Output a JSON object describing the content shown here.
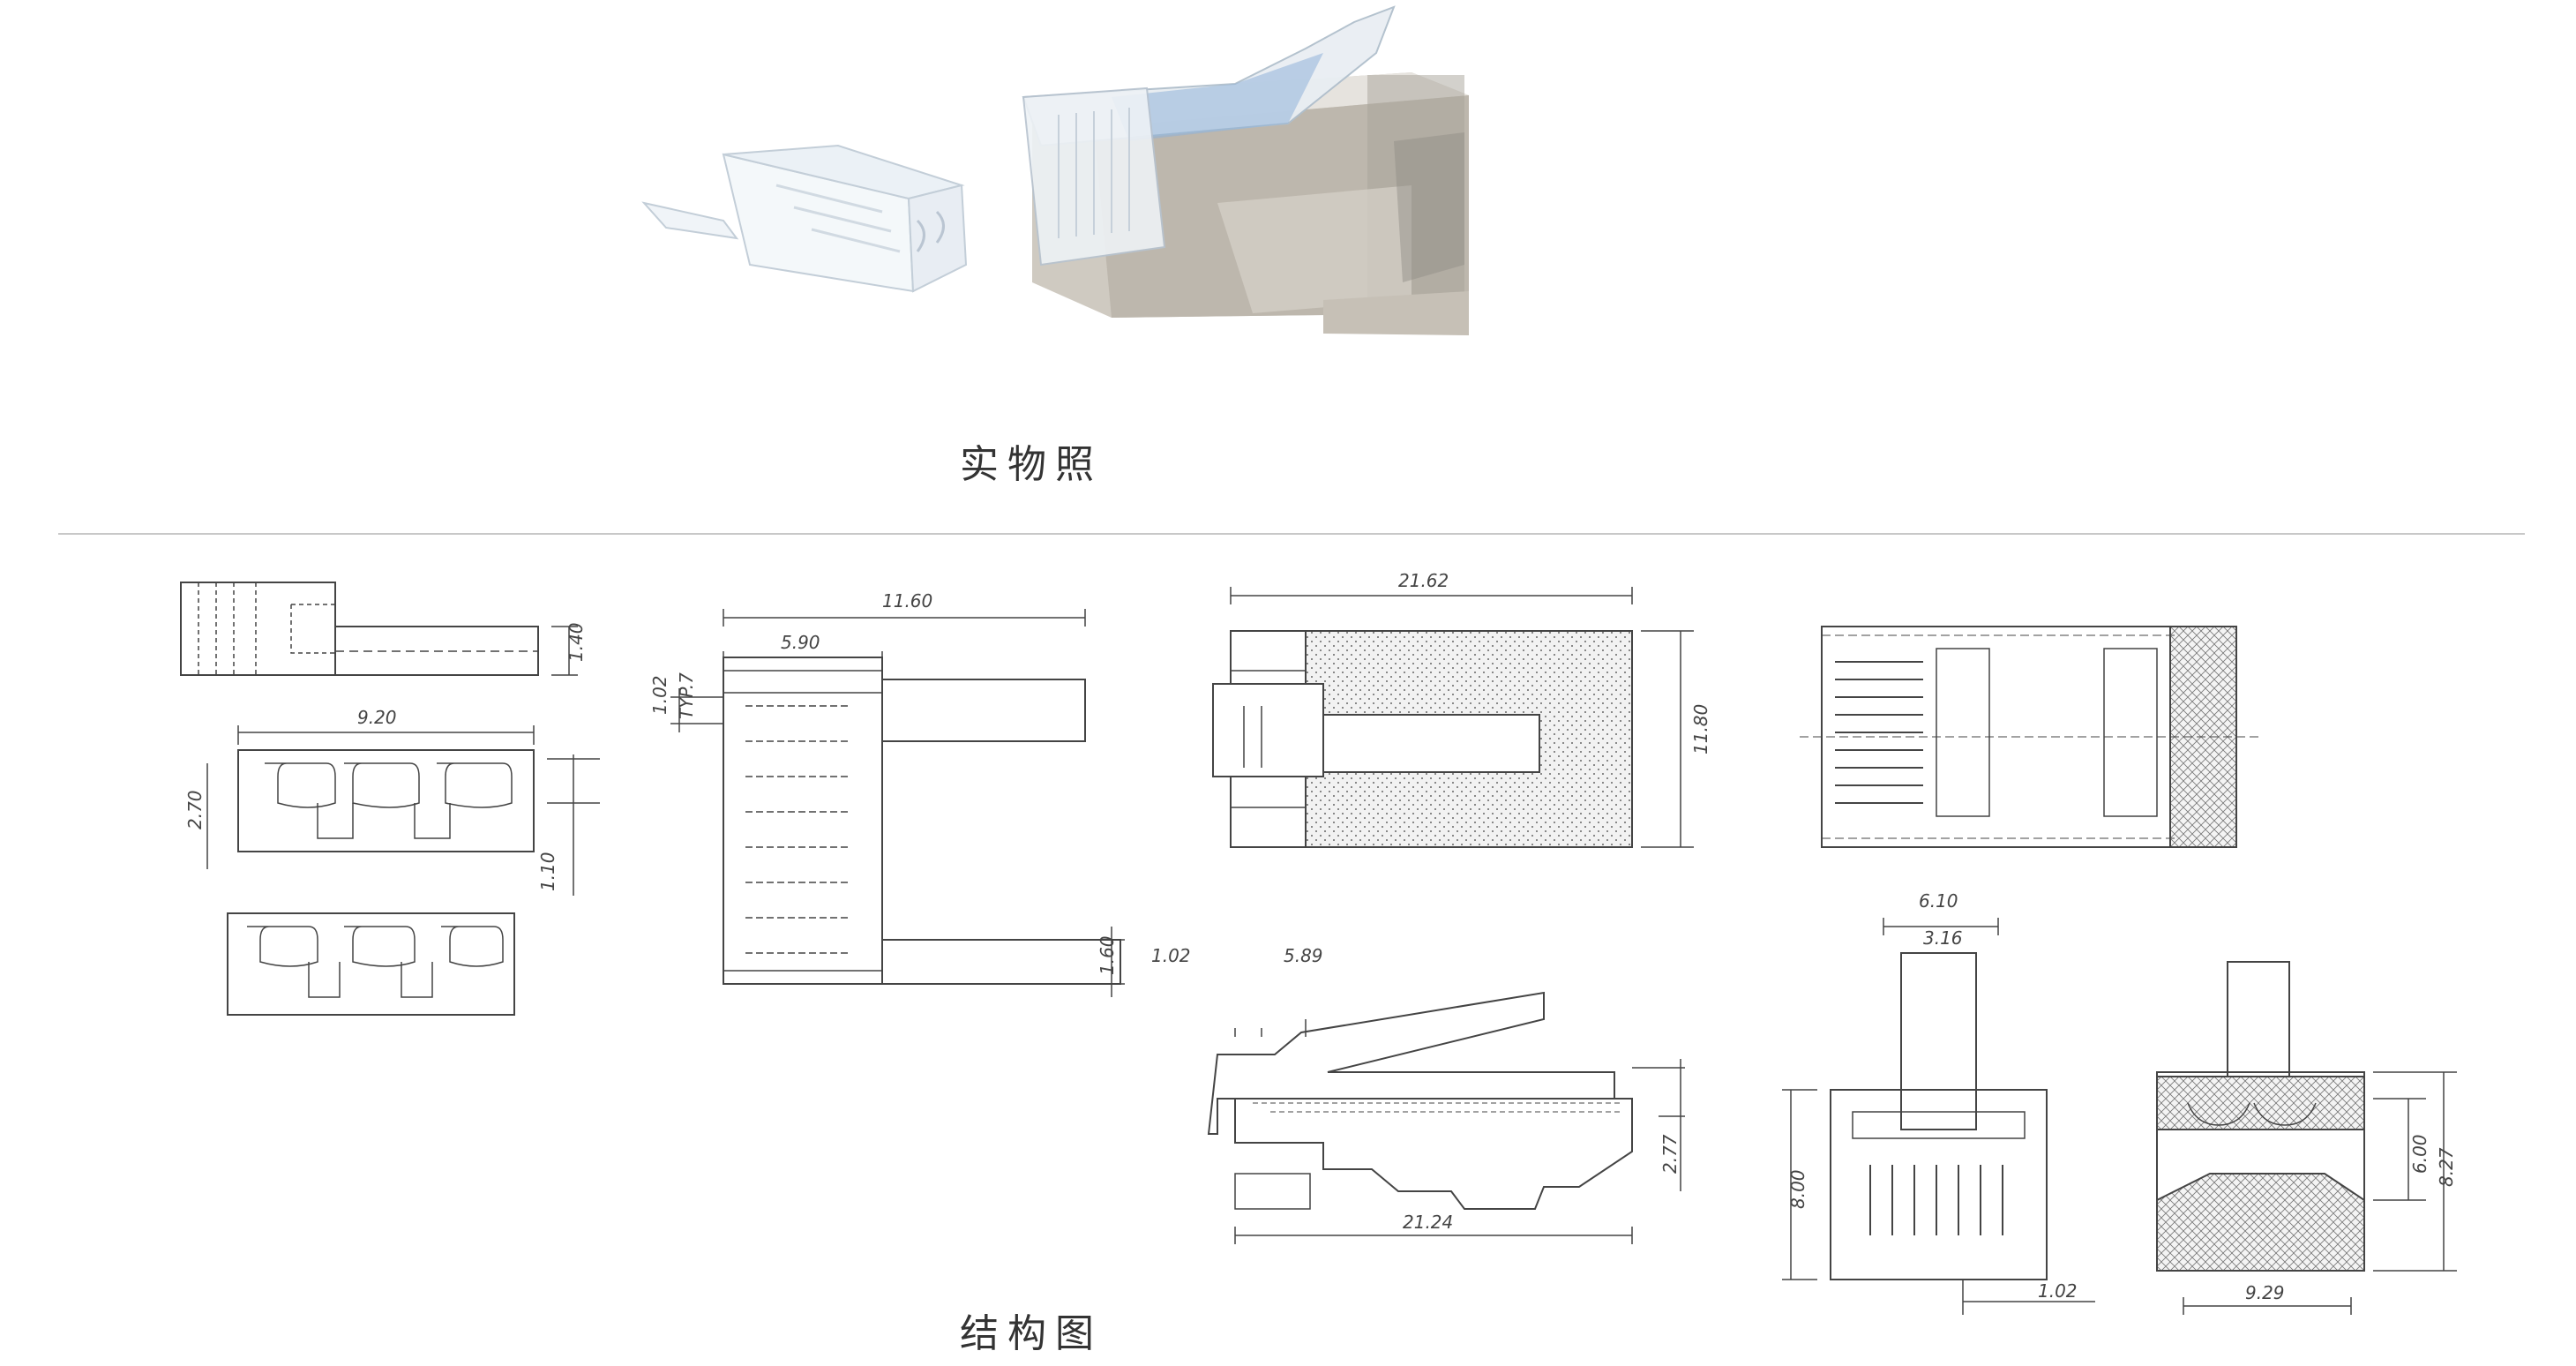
{
  "photo_caption": "实物照",
  "drawing_caption": "结构图",
  "dimensions": {
    "clip_height": "1.40",
    "clip_width": "9.20",
    "clip_depth": "2.70",
    "clip_offset": "1.10",
    "top_length": "11.60",
    "top_inner": "5.90",
    "pin_pitch_a": "1.02",
    "pin_pitch_b": "TYP.7",
    "top_tab": "1.60",
    "plug_length": "21.62",
    "plug_width": "11.80",
    "side_pitch": "1.02",
    "side_inner": "5.89",
    "side_height": "2.77",
    "side_length": "21.24",
    "front_width": "6.10",
    "front_tab": "3.16",
    "front_height": "8.00",
    "front_pitch": "1.02",
    "rear_inner_h": "6.00",
    "rear_height": "8.27",
    "rear_width": "9.29"
  }
}
